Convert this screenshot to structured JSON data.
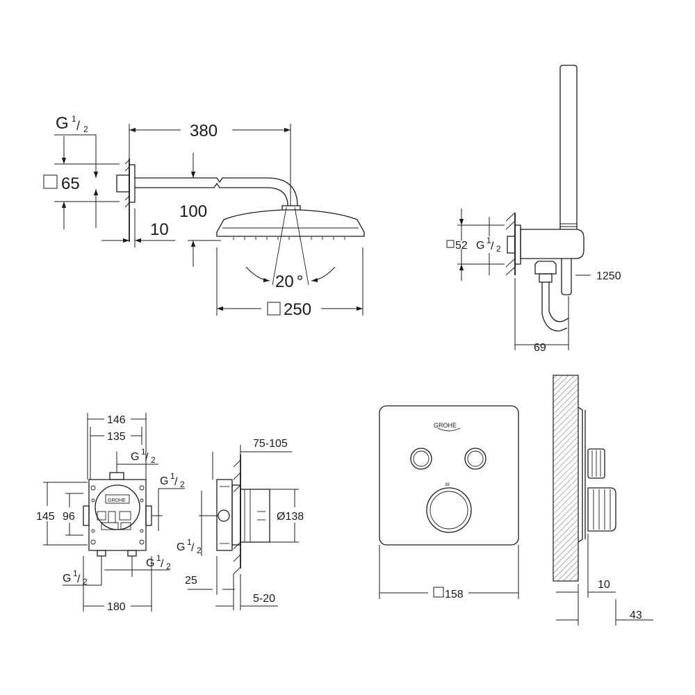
{
  "brand": {
    "logo_text": "GROHE",
    "dial_mark": "38"
  },
  "showerhead_view": {
    "thread_label": "G",
    "thread_fraction_num": "1",
    "thread_fraction_den": "2",
    "square_flange": "65",
    "arm_length": "380",
    "drop": "100",
    "wall_gap": "10",
    "tilt_angle": "20",
    "degree_symbol": "°",
    "head_size": "250"
  },
  "hand_shower_view": {
    "square_flange": "52",
    "thread_label": "G",
    "thread_fraction_num": "1",
    "thread_fraction_den": "2",
    "hose_length": "1250",
    "projection": "69"
  },
  "rough_in_front_view": {
    "width_outer": "146",
    "width_inner": "135",
    "height_outer": "145",
    "height_inner": "96",
    "width_base": "180",
    "thread_label": "G",
    "thread_fraction_num": "1",
    "thread_fraction_den": "2"
  },
  "rough_in_side_view": {
    "depth_range": "75-105",
    "diameter": "Ø138",
    "offset": "25",
    "plaster_range": "5-20",
    "thread_label": "G",
    "thread_fraction_num": "1",
    "thread_fraction_den": "2"
  },
  "trim_plate_view": {
    "plate_size": "158"
  },
  "trim_side_view": {
    "knob_projection": "10",
    "overall_projection": "43"
  }
}
